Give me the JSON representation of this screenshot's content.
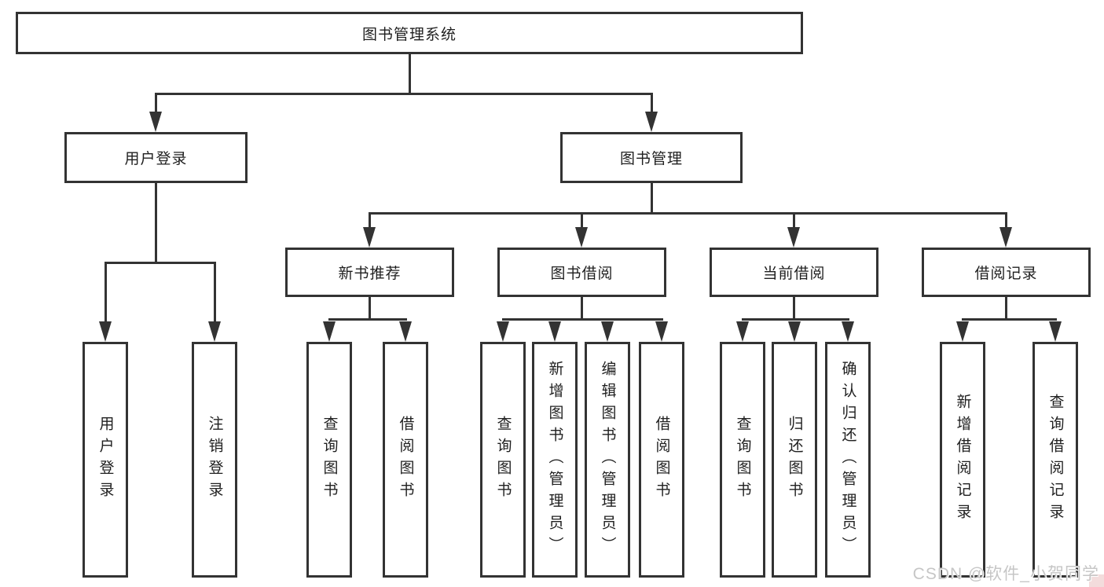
{
  "tree": {
    "label": "图书管理系统",
    "children": [
      {
        "label": "用户登录",
        "children": [
          {
            "label": "用户登录"
          },
          {
            "label": "注销登录"
          }
        ]
      },
      {
        "label": "图书管理",
        "children": [
          {
            "label": "新书推荐",
            "children": [
              {
                "label": "查询图书"
              },
              {
                "label": "借阅图书"
              }
            ]
          },
          {
            "label": "图书借阅",
            "children": [
              {
                "label": "查询图书"
              },
              {
                "label": "新增图书（管理员）"
              },
              {
                "label": "编辑图书（管理员）"
              },
              {
                "label": "借阅图书"
              }
            ]
          },
          {
            "label": "当前借阅",
            "children": [
              {
                "label": "查询图书"
              },
              {
                "label": "归还图书"
              },
              {
                "label": "确认归还（管理员）"
              }
            ]
          },
          {
            "label": "借阅记录",
            "children": [
              {
                "label": "新增借阅记录"
              },
              {
                "label": "查询借阅记录"
              }
            ]
          }
        ]
      }
    ]
  },
  "watermark": {
    "text": "CSDN @软件_小贺同学"
  },
  "colors": {
    "line": "#333333",
    "box_border": "#333333",
    "text": "#1f1f1f",
    "background": "#ffffff",
    "watermark": "#c6c6c6"
  }
}
